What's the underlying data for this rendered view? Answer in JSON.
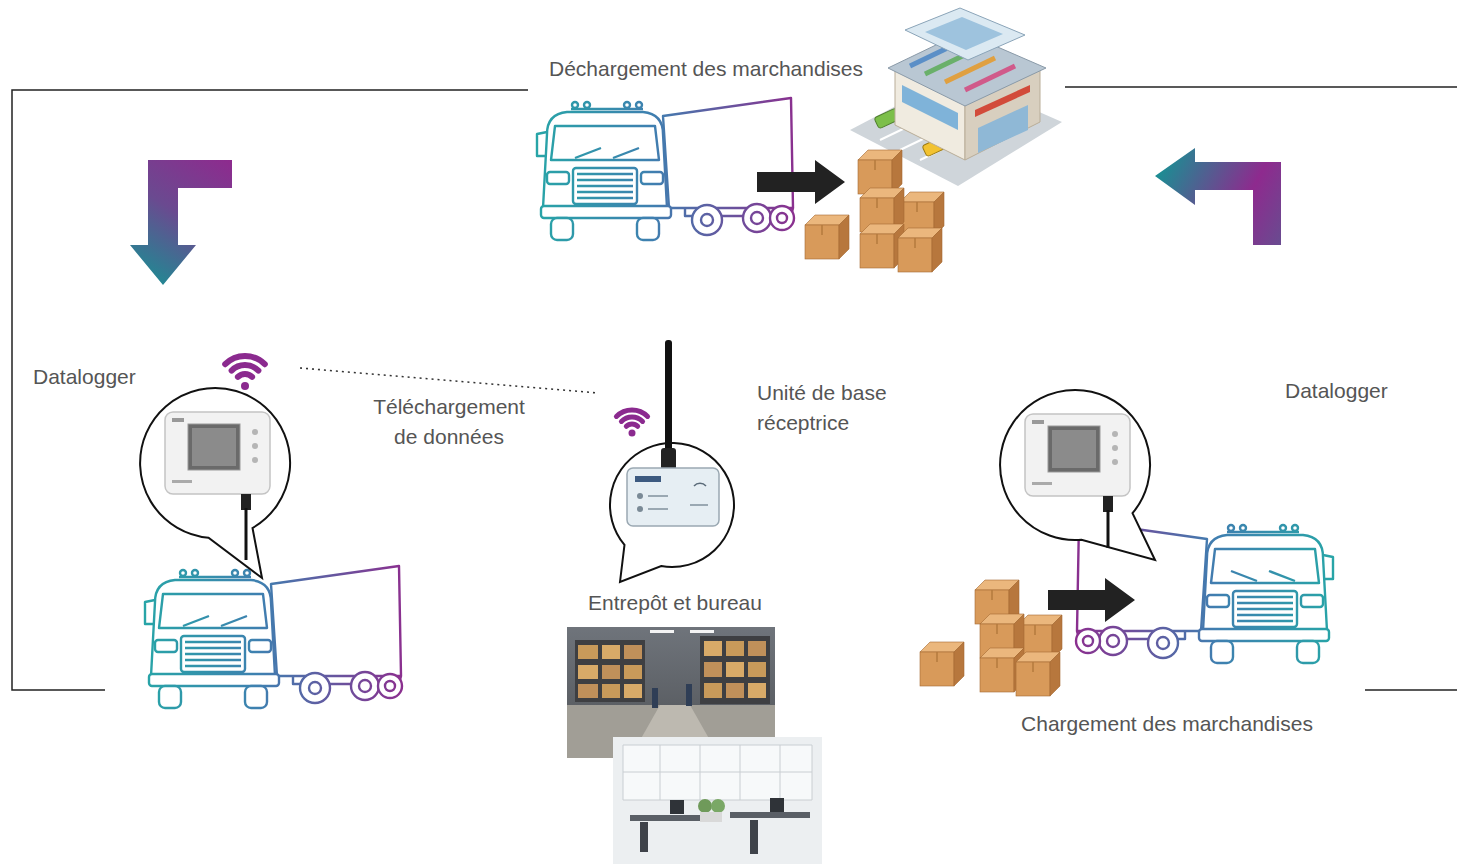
{
  "diagram": {
    "nodes": [
      {
        "text": [
          "Datalogger"
        ]
      },
      {
        "text": [
          "Unité de base réceptrice"
        ]
      },
      {
        "text": [
          "Datalogger"
        ]
      }
    ],
    "edges": [
      {
        "from": 0,
        "to": 1,
        "arrow": "none",
        "label": "Téléchargement de données"
      }
    ],
    "labels": [
      "Déchargement des marchandises",
      "Entrepôt et bureau",
      "Chargement des marchandises"
    ]
  }
}
